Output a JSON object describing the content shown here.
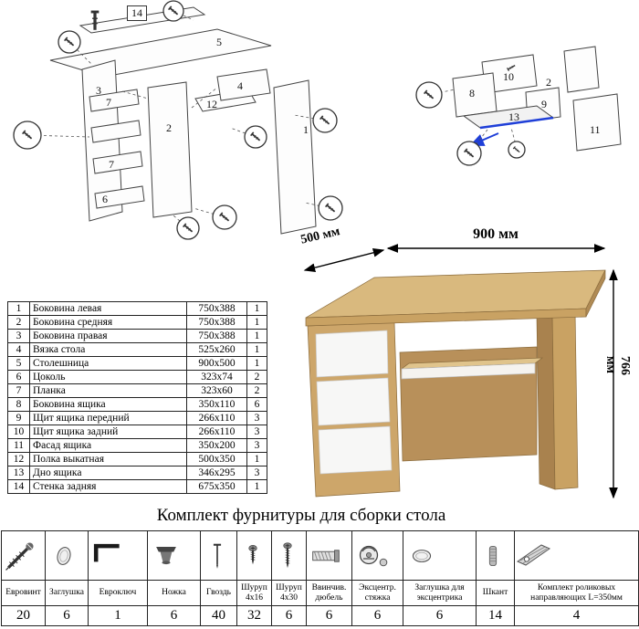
{
  "diagrams": {
    "left": {
      "labels": [
        "14",
        "5",
        "3",
        "7",
        "7",
        "6",
        "2",
        "12",
        "4",
        "1"
      ]
    },
    "right": {
      "labels": [
        "10",
        "2",
        "8",
        "9",
        "13",
        "11"
      ]
    }
  },
  "desk": {
    "dim_depth": "500 мм",
    "dim_width": "900 мм",
    "dim_height": "766 мм"
  },
  "parts_table": {
    "rows": [
      {
        "num": "1",
        "name": "Боковина левая",
        "size": "750х388",
        "qty": "1"
      },
      {
        "num": "2",
        "name": "Боковина средняя",
        "size": "750х388",
        "qty": "1"
      },
      {
        "num": "3",
        "name": "Боковина правая",
        "size": "750х388",
        "qty": "1"
      },
      {
        "num": "4",
        "name": "Вязка стола",
        "size": "525х260",
        "qty": "1"
      },
      {
        "num": "5",
        "name": "Столешница",
        "size": "900х500",
        "qty": "1"
      },
      {
        "num": "6",
        "name": "Цоколь",
        "size": "323х74",
        "qty": "2"
      },
      {
        "num": "7",
        "name": "Планка",
        "size": "323х60",
        "qty": "2"
      },
      {
        "num": "8",
        "name": "Боковина ящика",
        "size": "350х110",
        "qty": "6"
      },
      {
        "num": "9",
        "name": "Щит ящика передний",
        "size": "266х110",
        "qty": "3"
      },
      {
        "num": "10",
        "name": "Щит ящика задний",
        "size": "266х110",
        "qty": "3"
      },
      {
        "num": "11",
        "name": "Фасад ящика",
        "size": "350х200",
        "qty": "3"
      },
      {
        "num": "12",
        "name": "Полка выкатная",
        "size": "500х350",
        "qty": "1"
      },
      {
        "num": "13",
        "name": "Дно ящика",
        "size": "346х295",
        "qty": "3"
      },
      {
        "num": "14",
        "name": "Стенка задняя",
        "size": "675х350",
        "qty": "1"
      }
    ]
  },
  "hardware": {
    "title": "Комплект фурнитуры для сборки стола",
    "items": [
      {
        "name": "Евровинт",
        "qty": "20",
        "icon": "confirmat-screw-icon"
      },
      {
        "name": "Заглушка",
        "qty": "6",
        "icon": "cap-icon"
      },
      {
        "name": "Евроключ",
        "qty": "1",
        "icon": "hex-key-icon"
      },
      {
        "name": "Ножка",
        "qty": "6",
        "icon": "foot-icon"
      },
      {
        "name": "Гвоздь",
        "qty": "40",
        "icon": "nail-icon"
      },
      {
        "name": "Шуруп 4х16",
        "qty": "32",
        "icon": "screw-short-icon"
      },
      {
        "name": "Шуруп 4х30",
        "qty": "6",
        "icon": "screw-long-icon"
      },
      {
        "name": "Ввинчив. дюбель",
        "qty": "6",
        "icon": "threaded-dowel-icon"
      },
      {
        "name": "Эксцентр. стяжка",
        "qty": "6",
        "icon": "cam-lock-icon"
      },
      {
        "name": "Заглушка для эксцентрика",
        "qty": "6",
        "icon": "cam-cap-icon"
      },
      {
        "name": "Шкант",
        "qty": "14",
        "icon": "wooden-dowel-icon"
      },
      {
        "name": "Комплект роликовых направляющих L=350мм",
        "qty": "4",
        "icon": "drawer-slide-icon"
      }
    ]
  },
  "colors": {
    "wood": "#cda66a",
    "wood_light": "#d9b97e",
    "wood_dark": "#b08b55",
    "drawer_white": "#f7f7f6",
    "accent_blue": "#1f3fd8"
  }
}
